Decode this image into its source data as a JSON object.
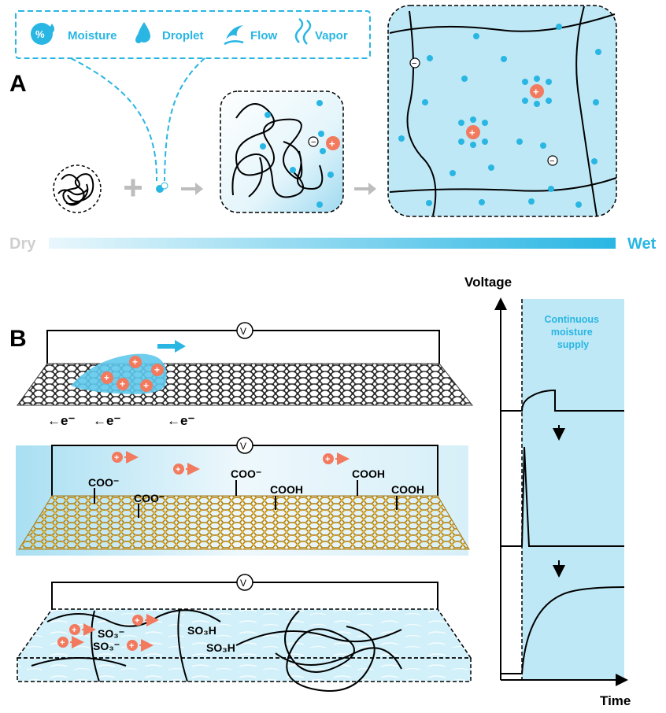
{
  "panel_a": {
    "label": "A",
    "sources": [
      {
        "icon": "moisture-icon",
        "label": "Moisture"
      },
      {
        "icon": "droplet-icon",
        "label": "Droplet"
      },
      {
        "icon": "flow-icon",
        "label": "Flow"
      },
      {
        "icon": "vapor-icon",
        "label": "Vapor"
      }
    ],
    "gradient": {
      "start": "Dry",
      "end": "Wet"
    }
  },
  "panel_b": {
    "label": "B",
    "voltmeter": "V",
    "electron": "←e⁻",
    "go_labels": [
      "COO⁻",
      "COO⁻",
      "COO⁻",
      "COOH",
      "COOH",
      "COOH"
    ],
    "polymer_labels": [
      "SO₃⁻",
      "SO₃⁻",
      "SO₃H",
      "SO₃H"
    ],
    "plot": {
      "ylabel": "Voltage",
      "xlabel": "Time",
      "annotation": "Continuous moisture supply"
    }
  },
  "colors": {
    "accent": "#29b6e3",
    "light_blue": "#bfe8f6",
    "cation": "#f27a5e",
    "graphene": "#3a3a3a",
    "graphene_oxide": "#d8a428"
  }
}
